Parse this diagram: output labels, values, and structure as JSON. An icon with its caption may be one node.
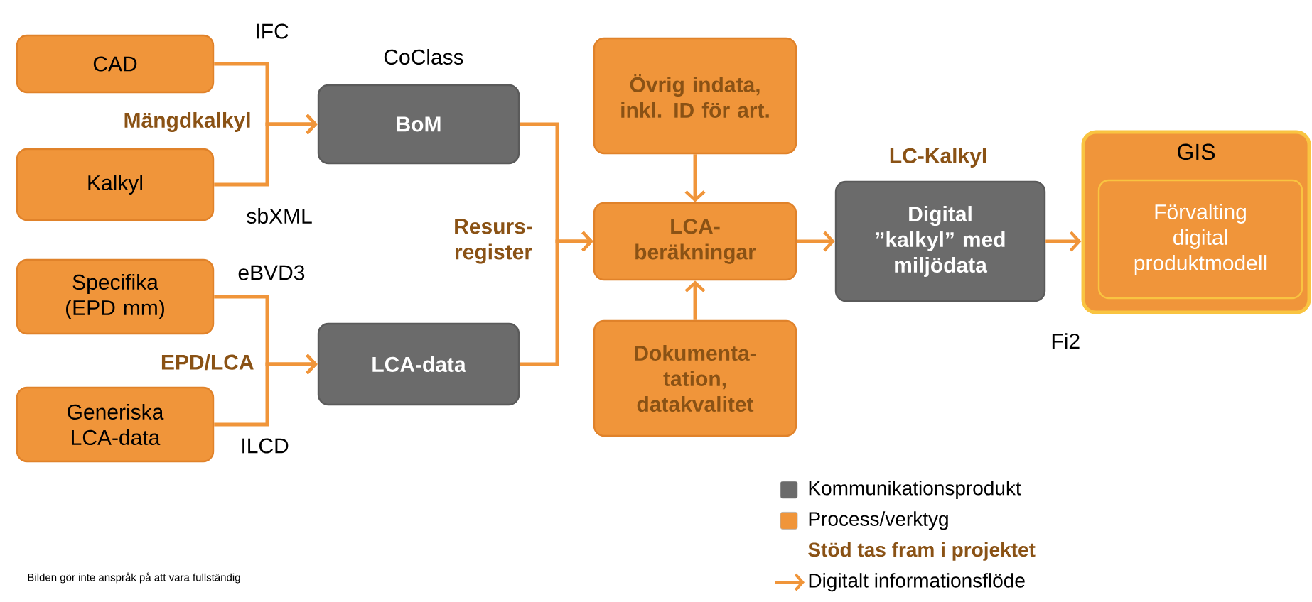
{
  "diagram": {
    "nodes": [
      {
        "text": [
          "CAD"
        ]
      },
      {
        "text": [
          "Kalkyl"
        ]
      },
      {
        "text": [
          "Specifika (EPD mm)"
        ]
      },
      {
        "text": [
          "Generiska LCA-data"
        ]
      },
      {
        "text": [
          "BoM"
        ],
        "beside": [
          "CoClass"
        ]
      },
      {
        "text": [
          "LCA-data"
        ]
      },
      {
        "text": [
          "Övrig indata, inkl. ID för art."
        ]
      },
      {
        "text": [
          "LCA-beräkningar"
        ]
      },
      {
        "text": [
          "Dokumenta-tation, datakvalitet"
        ]
      },
      {
        "text": [
          "Digital ”kalkyl” med miljödata"
        ],
        "beside": [
          "LC-Kalkyl"
        ]
      },
      {
        "text": [
          "GIS"
        ]
      },
      {
        "text": [
          "Förvalting digital produktmodell"
        ],
        "in": 10
      }
    ],
    "edges": [
      {
        "from": 0,
        "to": 4,
        "arrow": "to"
      },
      {
        "from": 1,
        "to": 4,
        "arrow": "to"
      },
      {
        "from": 2,
        "to": 5,
        "arrow": "to"
      },
      {
        "from": 3,
        "to": 5,
        "arrow": "to"
      },
      {
        "from": 4,
        "to": 7,
        "arrow": "to"
      },
      {
        "from": 5,
        "to": 7,
        "arrow": "to"
      },
      {
        "from": 6,
        "to": 7,
        "arrow": "to"
      },
      {
        "from": 8,
        "to": 7,
        "arrow": "to"
      },
      {
        "from": 7,
        "to": 9,
        "arrow": "to"
      },
      {
        "from": 9,
        "to": 10,
        "arrow": "to"
      }
    ],
    "labels": [
      "IFC",
      "Mängdkalkyl",
      "sbXML",
      "eBVD3",
      "EPD/LCA",
      "ILCD",
      "Resurs-register",
      "Fi2",
      "Bilden gör inte anspråk på att vara fullständig"
    ],
    "legend": [
      {
        "text": "Kommunikationsprodukt",
        "color": "#6b6b6b"
      },
      {
        "text": "Process/verktyg",
        "color": "#f0953a"
      },
      {
        "text": "Stöd tas fram i projektet"
      },
      {
        "text": "Digitalt informationsflöde"
      }
    ]
  }
}
